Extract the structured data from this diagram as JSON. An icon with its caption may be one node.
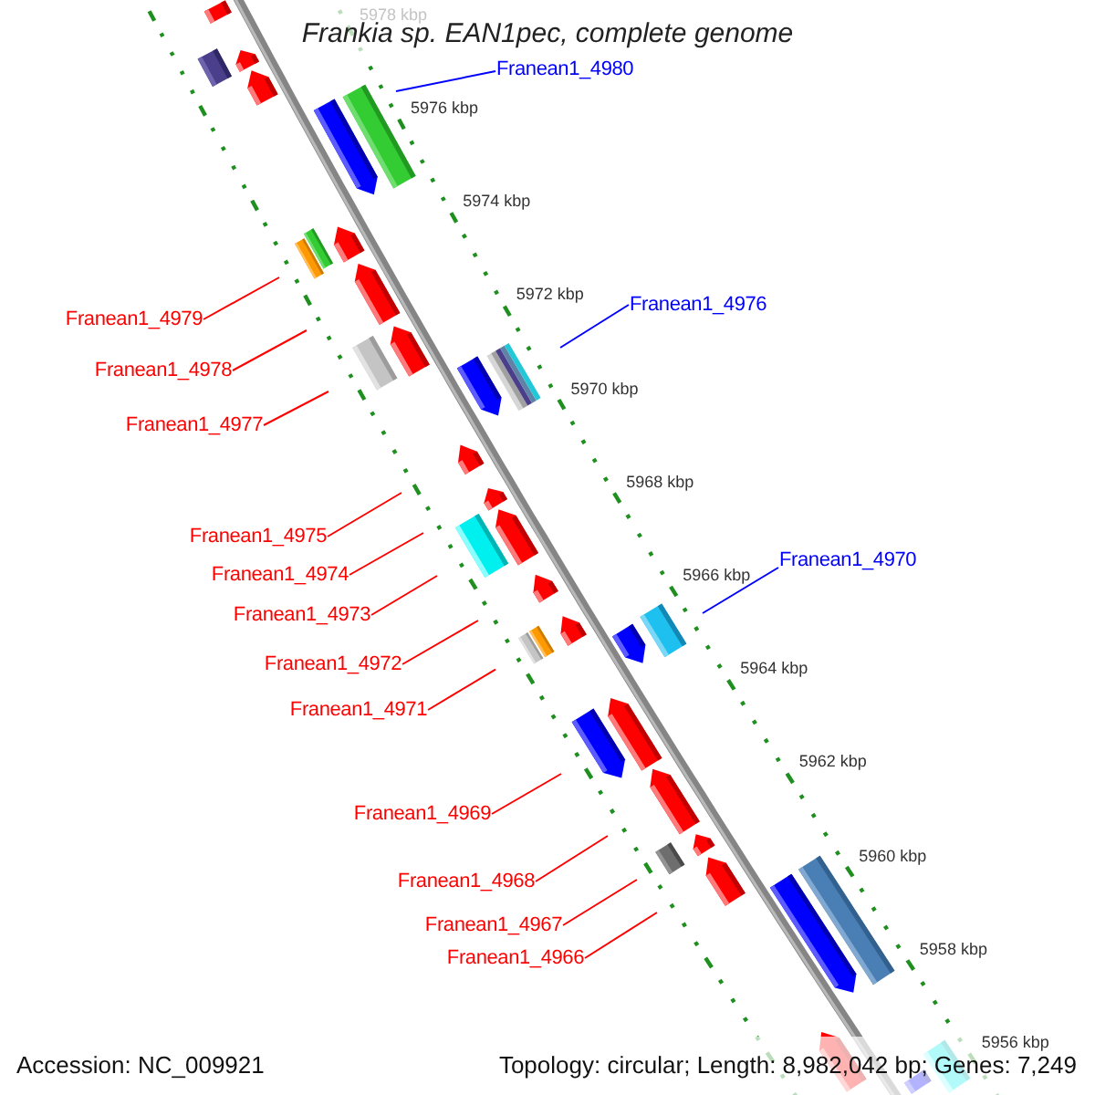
{
  "diagram": {
    "title": "Frankia sp. EAN1pec, complete genome",
    "nodes": [
      {
        "text": [
          "Franean1_4980"
        ]
      },
      {
        "text": [
          "Franean1_4976"
        ]
      },
      {
        "text": [
          "Franean1_4979"
        ]
      },
      {
        "text": [
          "Franean1_4978"
        ]
      },
      {
        "text": [
          "Franean1_4977"
        ]
      },
      {
        "text": [
          "Franean1_4975"
        ]
      },
      {
        "text": [
          "Franean1_4970"
        ]
      },
      {
        "text": [
          "Franean1_4974"
        ]
      },
      {
        "text": [
          "Franean1_4973"
        ]
      },
      {
        "text": [
          "Franean1_4972"
        ]
      },
      {
        "text": [
          "Franean1_4971"
        ]
      },
      {
        "text": [
          "Franean1_4969"
        ]
      },
      {
        "text": [
          "Franean1_4968"
        ]
      },
      {
        "text": [
          "Franean1_4967"
        ]
      },
      {
        "text": [
          "Franean1_4966"
        ]
      }
    ],
    "edges": [
      {
        "from": 0,
        "to": null,
        "arrow": "none",
        "color": "#0000ff"
      },
      {
        "from": 1,
        "to": null,
        "arrow": "none",
        "color": "#0000ff"
      },
      {
        "from": 2,
        "to": null,
        "arrow": "none"
      },
      {
        "from": 3,
        "to": null,
        "arrow": "none"
      },
      {
        "from": 4,
        "to": null,
        "arrow": "none"
      },
      {
        "from": 5,
        "to": null,
        "arrow": "none"
      },
      {
        "from": 6,
        "to": null,
        "arrow": "none",
        "color": "#0000ff"
      },
      {
        "from": 7,
        "to": null,
        "arrow": "none"
      },
      {
        "from": 8,
        "to": null,
        "arrow": "none"
      },
      {
        "from": 9,
        "to": null,
        "arrow": "none"
      },
      {
        "from": 10,
        "to": null,
        "arrow": "none"
      },
      {
        "from": 11,
        "to": null,
        "arrow": "none"
      },
      {
        "from": 12,
        "to": null,
        "arrow": "none"
      },
      {
        "from": 13,
        "to": null,
        "arrow": "none"
      },
      {
        "from": 14,
        "to": null,
        "arrow": "none"
      }
    ],
    "labels": [
      "5978 kbp",
      "5976 kbp",
      "5974 kbp",
      "5972 kbp",
      "5970 kbp",
      "5968 kbp",
      "5966 kbp",
      "5964 kbp",
      "5962 kbp",
      "5960 kbp",
      "5958 kbp",
      "5956 kbp",
      "Accession: NC_009921",
      "Topology: circular; Length: 8,982,042 bp; Genes: 7,249"
    ]
  }
}
